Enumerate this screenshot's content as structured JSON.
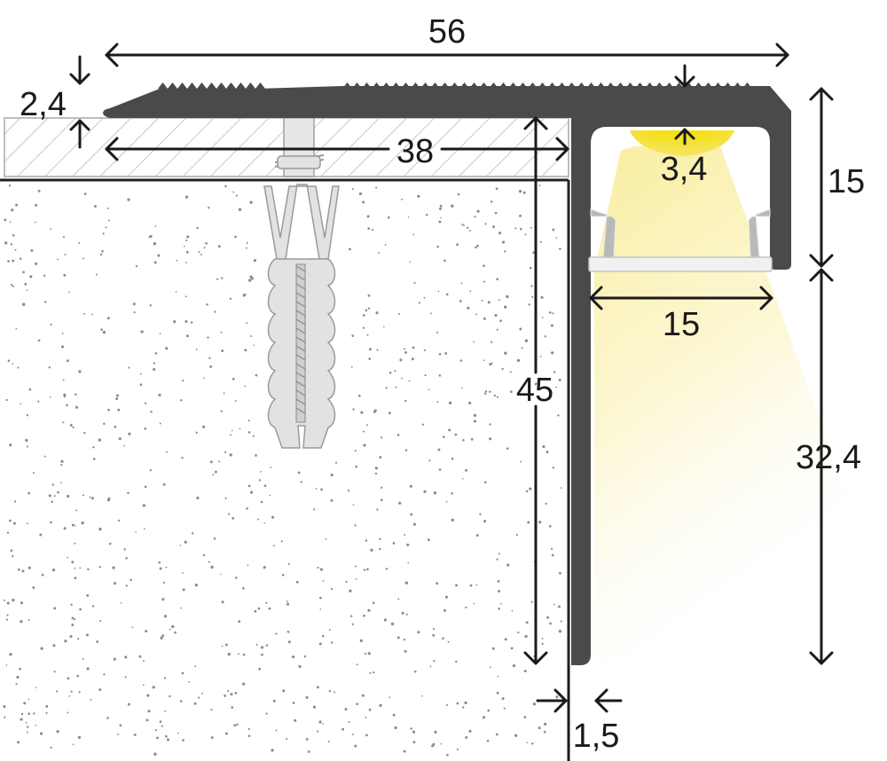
{
  "dimensions": {
    "overall_width": "56",
    "nosing_thickness": "2,4",
    "tread_depth": "38",
    "led_channel_depth": "3,4",
    "channel_height": "15",
    "channel_width": "15",
    "riser_leg_height": "45",
    "lower_leg_height": "32,4",
    "wall_thickness": "1,5"
  },
  "colors": {
    "profile": "#4a4a4a",
    "light_core": "#f2e01a",
    "light_beam": "#fbf2b8",
    "concrete_dots": "#8c8c8c",
    "hatch": "#b5b5b5",
    "anchor": "#e2e2e2"
  }
}
